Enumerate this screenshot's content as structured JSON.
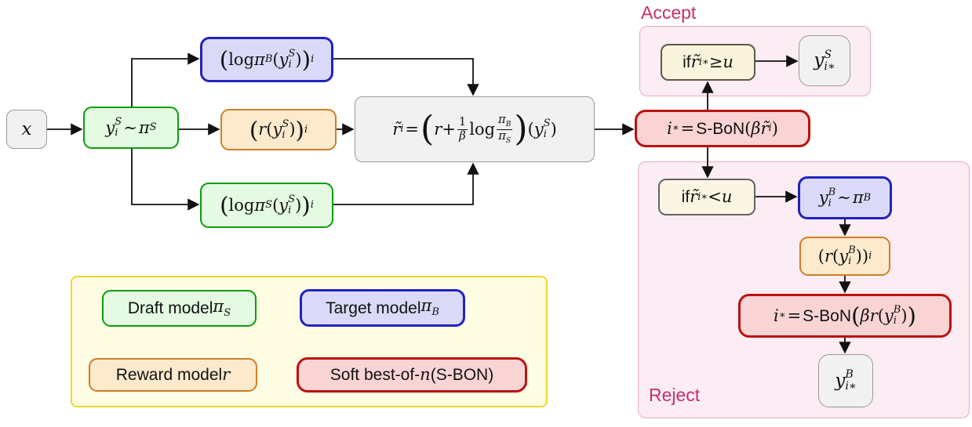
{
  "labels": {
    "accept": "Accept",
    "reject": "Reject"
  },
  "nodes": {
    "input": {
      "html": "<i>x</i>"
    },
    "sample_s": {
      "html": "<i>y</i><span class='ss'><sup><i>S</i></sup><sub><i>i</i></sub></span> <span class='op'>∼</span> <i>π</i><sub><i>S</i></sub>"
    },
    "log_pi_b": {
      "html": "<span class='bp'>(</span>log <i>π</i><sub><i>B</i></sub>(<i>y</i><span class='ss'><sup><i>S</i></sup><sub><i>i</i></sub></span>)<span class='bp'>)</span><sub><i>i</i></sub>"
    },
    "reward_s": {
      "html": "<span class='bp'>(</span><i>r</i>(<i>y</i><span class='ss'><sup><i>S</i></sup><sub><i>i</i></sub></span>)<span class='bp'>)</span><sub><i>i</i></sub>"
    },
    "log_pi_s": {
      "html": "<span class='bp'>(</span>log <i>π</i><sub><i>S</i></sub>(<i>y</i><span class='ss'><sup><i>S</i></sup><sub><i>i</i></sub></span>)<span class='bp'>)</span><sub><i>i</i></sub>"
    },
    "formula": {
      "html": "<i>r̃</i><sub><i>i</i></sub> <span class='op'>=</span> <span class='bp2'>(</span><i>r</i> + <span class='frac'><span>1</span><span><i>β</i></span></span> log <span class='frac'><span><i>π</i><sub><i>B</i></sub></span><span><i>π</i><sub><i>S</i></sub></span></span><span class='bp2'>)</span> (<i>y</i><span class='ss'><sup><i>S</i></sup><sub><i>i</i></sub></span>)"
    },
    "sbon_main": {
      "html": "<i>i</i><sup>∗</sup> <span class='op'>=</span> <span class='sf'>S-BoN</span>(<i>β</i><i>r̃</i><sub><i>i</i></sub>)"
    },
    "accept_if": {
      "html": "<span class='sf'>if</span> <i>r̃</i><sub><i>i</i>∗</sub> ≥ <i>u</i>"
    },
    "accept_out": {
      "html": "<i>y</i><span class='ss'><sup><i>S</i></sup><sub><i>i</i>∗</sub></span>"
    },
    "reject_if": {
      "html": "<span class='sf'>if</span> <i>r̃</i><sub><i>i</i>∗</sub> &lt; <i>u</i>"
    },
    "sample_b": {
      "html": "<i>y</i><span class='ss'><sup><i>B</i></sup><sub><i>i</i></sub></span> <span class='op'>∼</span> <i>π</i><sub><i>B</i></sub>"
    },
    "reward_b": {
      "html": "(<i>r</i>(<i>y</i><span class='ss'><sup><i>B</i></sup><sub><i>i</i></sub></span>))<sub><i>i</i></sub>"
    },
    "sbon_b": {
      "html": "<i>i</i><sup>∗</sup> <span class='op'>=</span> <span class='sf'>S-BoN</span> <span class='bp'>(</span><i>β</i> <i>r</i>(<i>y</i><span class='ss'><sup><i>B</i></sup><sub><i>i</i></sub></span>)<span class='bp'>)</span>"
    },
    "reject_out": {
      "html": "<i>y</i><span class='ss'><sup><i>B</i></sup><sub><i>i</i>∗</sub></span>"
    }
  },
  "legend": {
    "draft": {
      "html": "Draft model <span class='m'><i>π</i><sub><i>S</i></sub></span>"
    },
    "target": {
      "html": "Target model <span class='m'><i>π</i><sub><i>B</i></sub></span>"
    },
    "reward": {
      "html": "Reward model <span class='m'><i>r</i></span>"
    },
    "sbon": {
      "html": "Soft best-of-<span class='m'><i>n</i></span> (S-BON)"
    }
  },
  "colors": {
    "green_border": "#0b9e0b",
    "green_fill": "#e4fae2",
    "blue_border": "#2222bb",
    "blue_fill": "#dadaf8",
    "orange_border": "#cc7f2a",
    "orange_fill": "#fdeacd",
    "red_border": "#bb1111",
    "red_fill": "#fad4d4",
    "gray_border": "#999999",
    "gray_fill": "#f1f1f1",
    "cream_fill": "#fbf4dc",
    "pink_container_fill": "#fcecf3",
    "pink_container_border": "#e9aac6",
    "legend_fill": "#fffce4",
    "legend_border": "#ecd92a",
    "section_label": "#c5306a",
    "arrow": "#111111"
  }
}
